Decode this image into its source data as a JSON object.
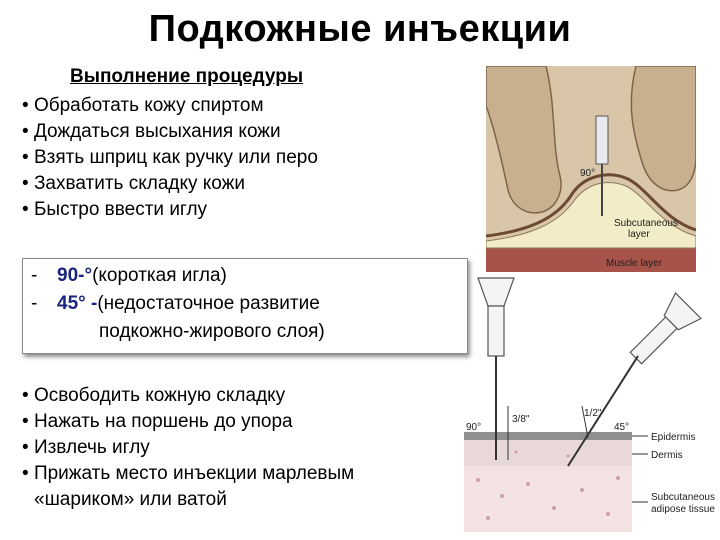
{
  "title": "Подкожные инъекции",
  "subheading": "Выполнение процедуры",
  "steps_before": [
    "Обработать кожу спиртом",
    "Дождаться высыхания кожи",
    "Взять шприц как ручку или перо",
    "Захватить складку кожи",
    "Быстро ввести иглу"
  ],
  "angles": {
    "row1_dash": "-",
    "row1_degree": "90-°",
    "row1_text": "(короткая игла)",
    "row2_dash": "-",
    "row2_degree": "45° -",
    "row2_text": "(недостаточное развитие",
    "row2_text_cont": "подкожно-жирового слоя)"
  },
  "steps_after": [
    "Освободить кожную складку",
    "Нажать на поршень до упора",
    "Извлечь иглу",
    "Прижать место инъекции марлевым",
    "«шариком» или ватой"
  ],
  "figure_top": {
    "angle_label": "90°",
    "layer_label_1": "Subcutaneous",
    "layer_label_2": "layer",
    "muscle_label": "Muscle layer"
  },
  "figure_bottom": {
    "angle_90": "90°",
    "depth_38": "3/8\"",
    "depth_12": "1/2\"",
    "angle_45": "45°",
    "epidermis": "Epidermis",
    "dermis": "Dermis",
    "subcut_1": "Subcutaneous",
    "subcut_2": "adipose tissue"
  },
  "colors": {
    "degree_text": "#1a237e",
    "skin": "#e9d2b4",
    "fat": "#f3ecc8",
    "muscle": "#a8534a"
  }
}
